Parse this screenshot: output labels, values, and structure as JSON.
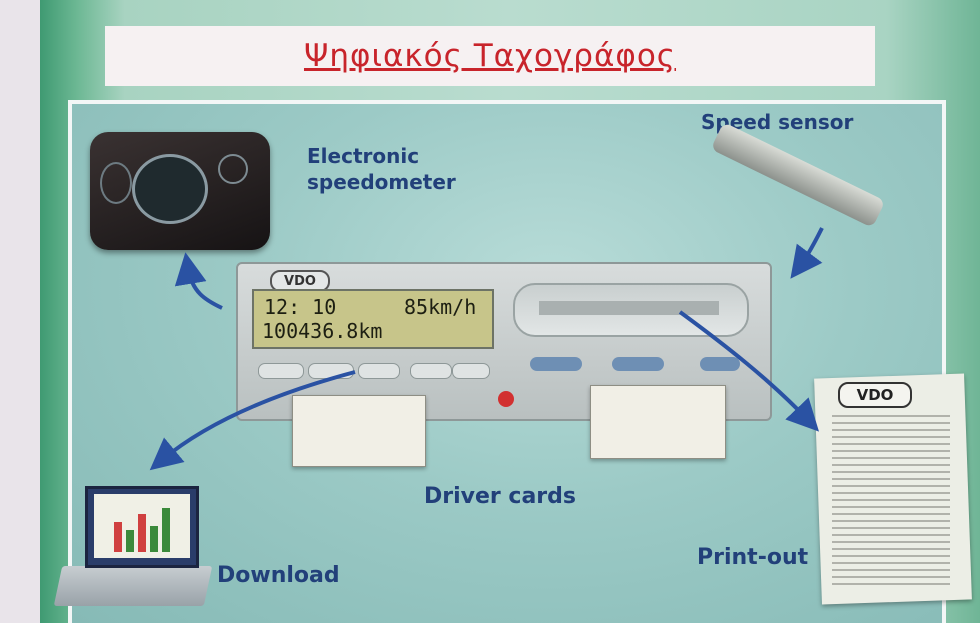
{
  "title": "Ψηφιακός Ταχογράφος",
  "labels": {
    "speedometer_line1": "Electronic",
    "speedometer_line2": "speedometer",
    "speed_sensor": "Speed sensor",
    "driver_cards": "Driver cards",
    "download": "Download",
    "printout": "Print-out"
  },
  "tachograph": {
    "brand": "VDO",
    "display_time": "12: 10",
    "display_speed": "85km/h",
    "display_odometer": "100436.8km"
  },
  "printout_brand": "VDO",
  "colors": {
    "title_red": "#c8242b",
    "label_blue": "#22407a",
    "arrow_blue": "#2a52a3"
  }
}
